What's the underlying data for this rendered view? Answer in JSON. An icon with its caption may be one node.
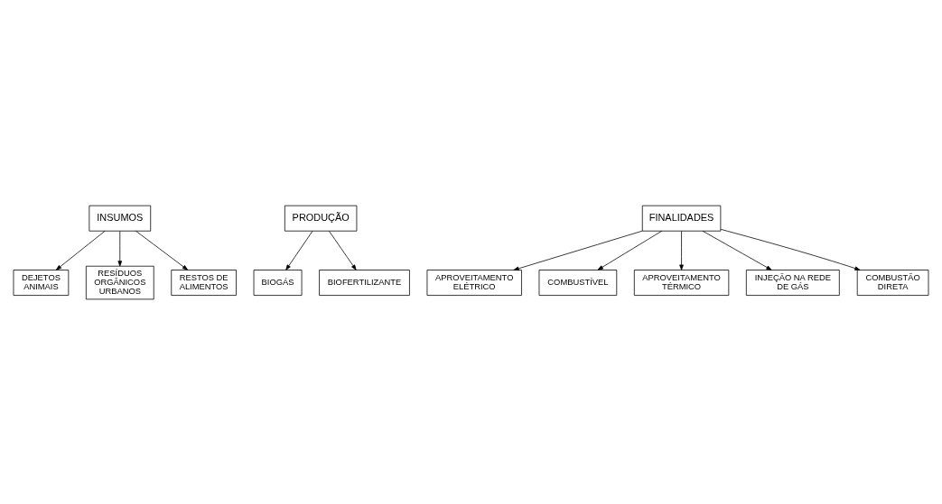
{
  "diagram": {
    "nodes": [
      {
        "text": [
          "INSUMOS"
        ]
      },
      {
        "text": [
          "DEJETOS ANIMAIS"
        ]
      },
      {
        "text": [
          "RESÍDUOS ORGÂNICOS URBANOS"
        ]
      },
      {
        "text": [
          "RESTOS DE ALIMENTOS"
        ]
      },
      {
        "text": [
          "PRODUÇÃO"
        ]
      },
      {
        "text": [
          "BIOGÁS"
        ]
      },
      {
        "text": [
          "BIOFERTILIZANTE"
        ]
      },
      {
        "text": [
          "FINALIDADES"
        ]
      },
      {
        "text": [
          "APROVEITAMENTO ELÉTRICO"
        ]
      },
      {
        "text": [
          "COMBUSTÍVEL"
        ]
      },
      {
        "text": [
          "APROVEITAMENTO TÉRMICO"
        ]
      },
      {
        "text": [
          "INJEÇÃO NA REDE DE GÁS"
        ]
      },
      {
        "text": [
          "COMBUSTÃO DIRETA"
        ]
      }
    ],
    "edges": [
      {
        "from": 0,
        "to": 1,
        "arrow": "to"
      },
      {
        "from": 0,
        "to": 2,
        "arrow": "to"
      },
      {
        "from": 0,
        "to": 3,
        "arrow": "to"
      },
      {
        "from": 4,
        "to": 5,
        "arrow": "to"
      },
      {
        "from": 4,
        "to": 6,
        "arrow": "to"
      },
      {
        "from": 7,
        "to": 8,
        "arrow": "to"
      },
      {
        "from": 7,
        "to": 9,
        "arrow": "to"
      },
      {
        "from": 7,
        "to": 10,
        "arrow": "to"
      },
      {
        "from": 7,
        "to": 11,
        "arrow": "to"
      },
      {
        "from": 7,
        "to": 12,
        "arrow": "to"
      }
    ]
  }
}
